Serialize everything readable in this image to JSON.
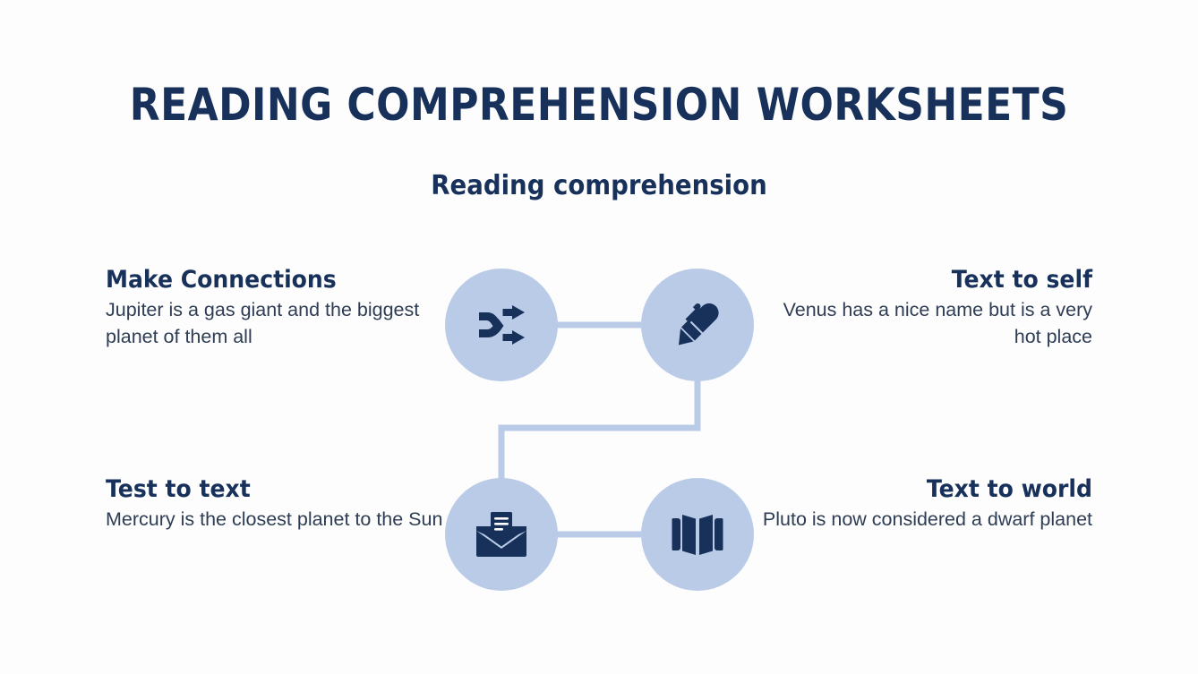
{
  "slide": {
    "title": "READING COMPREHENSION WORKSHEETS",
    "subtitle": "Reading comprehension",
    "background_color": "#fdfdfd"
  },
  "theme": {
    "navy": "#17315b",
    "body_text": "#2e3d54",
    "circle_fill": "#bacbe8",
    "connector": "#bacbe8"
  },
  "diagram": {
    "nodes": [
      {
        "id": "make-connections",
        "position": "top-left",
        "icon": "shuffle-icon",
        "heading": "Make Connections",
        "body": "Jupiter is a gas giant and the biggest planet of them all",
        "text_align": "left"
      },
      {
        "id": "text-to-self",
        "position": "top-right",
        "icon": "marker-pen-icon",
        "heading": "Text to self",
        "body": "Venus has a nice name but is a very hot place",
        "text_align": "right"
      },
      {
        "id": "test-to-text",
        "position": "bottom-left",
        "icon": "open-envelope-letter-icon",
        "heading": "Test to text",
        "body": "Mercury is the closest planet to the Sun",
        "text_align": "left"
      },
      {
        "id": "text-to-world",
        "position": "bottom-right",
        "icon": "open-book-icon",
        "heading": "Text to world",
        "body": "Pluto is now considered a dwarf planet",
        "text_align": "right"
      }
    ]
  }
}
